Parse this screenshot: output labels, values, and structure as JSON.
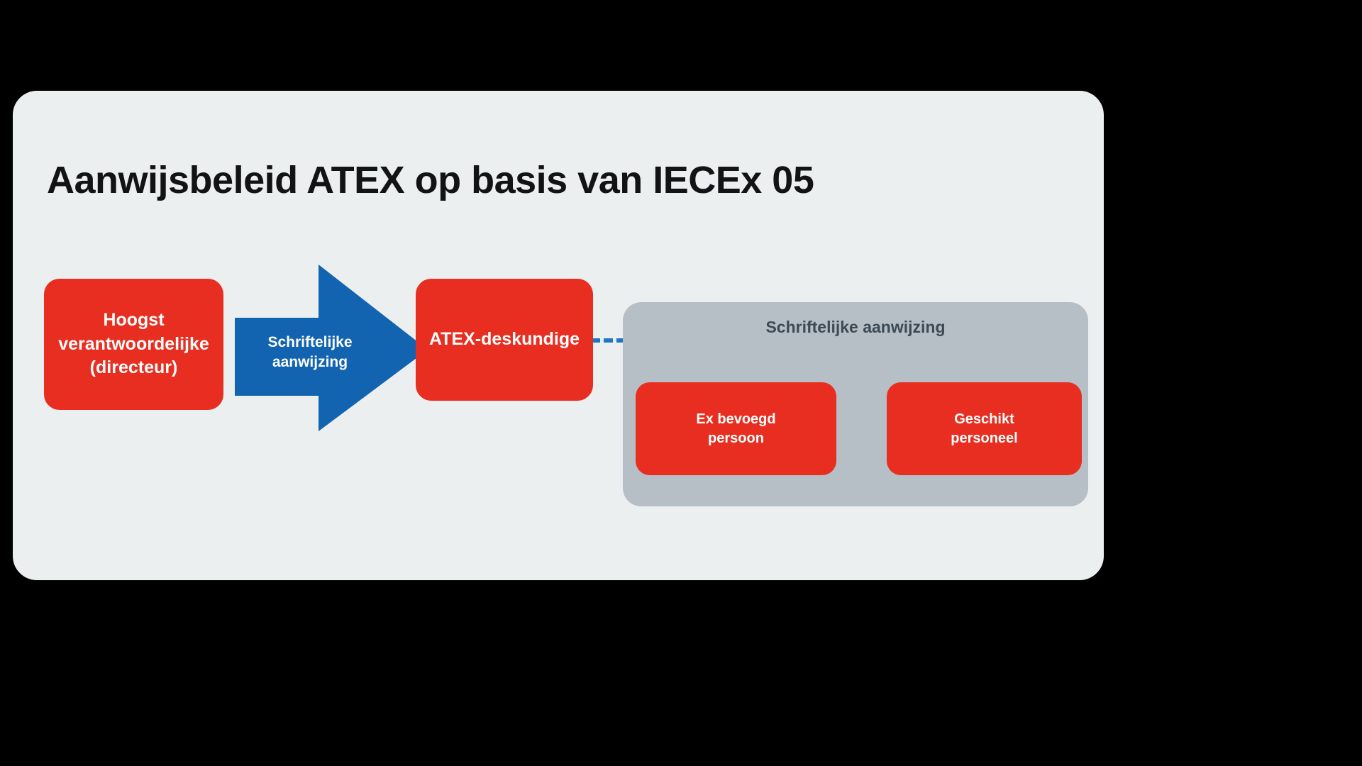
{
  "canvas": {
    "background_color": "#000000",
    "card_background_color": "#ebeff0"
  },
  "title": "Aanwijsbeleid ATEX op basis van IECEx 05",
  "colors": {
    "red_node": "#e82e21",
    "blue_arrow": "#1263b0",
    "grey_panel": "#b7bfc6",
    "dotted_line": "#1f77c4",
    "title_text": "#111315",
    "panel_title_text": "#3b4a54",
    "node_text": "#ffffff"
  },
  "nodes": {
    "director": {
      "label": "Hoogst verantwoordelijke (directeur)",
      "lines": [
        "Hoogst",
        "verantwoordelijke",
        "(directeur)"
      ]
    },
    "atex_expert": {
      "label": "ATEX-deskundige",
      "lines": [
        "ATEX-deskundige"
      ]
    },
    "ex_competent_person": {
      "label": "Ex bevoegd persoon",
      "lines": [
        "Ex bevoegd",
        "persoon"
      ]
    },
    "suitable_staff": {
      "label": "Geschikt personeel",
      "lines": [
        "Geschikt",
        "personeel"
      ]
    }
  },
  "arrow": {
    "label": "Schriftelijke aanwijzing",
    "lines": [
      "Schriftelijke",
      "aanwijzing"
    ],
    "direction": "right",
    "icon": "block-arrow-right-icon"
  },
  "panel": {
    "title": "Schriftelijke aanwijzing"
  },
  "connectors": [
    {
      "name": "atex-expert-to-branch",
      "style": "dotted",
      "from": "ATEX-deskundige",
      "to": "Schriftelijke aanwijzing panel"
    },
    {
      "name": "branch-to-ex-competent-person",
      "style": "dotted",
      "from": "Schriftelijke aanwijzing panel",
      "to": "Ex bevoegd persoon"
    },
    {
      "name": "branch-to-suitable-staff",
      "style": "dotted",
      "from": "Schriftelijke aanwijzing panel",
      "to": "Geschikt personeel"
    }
  ]
}
